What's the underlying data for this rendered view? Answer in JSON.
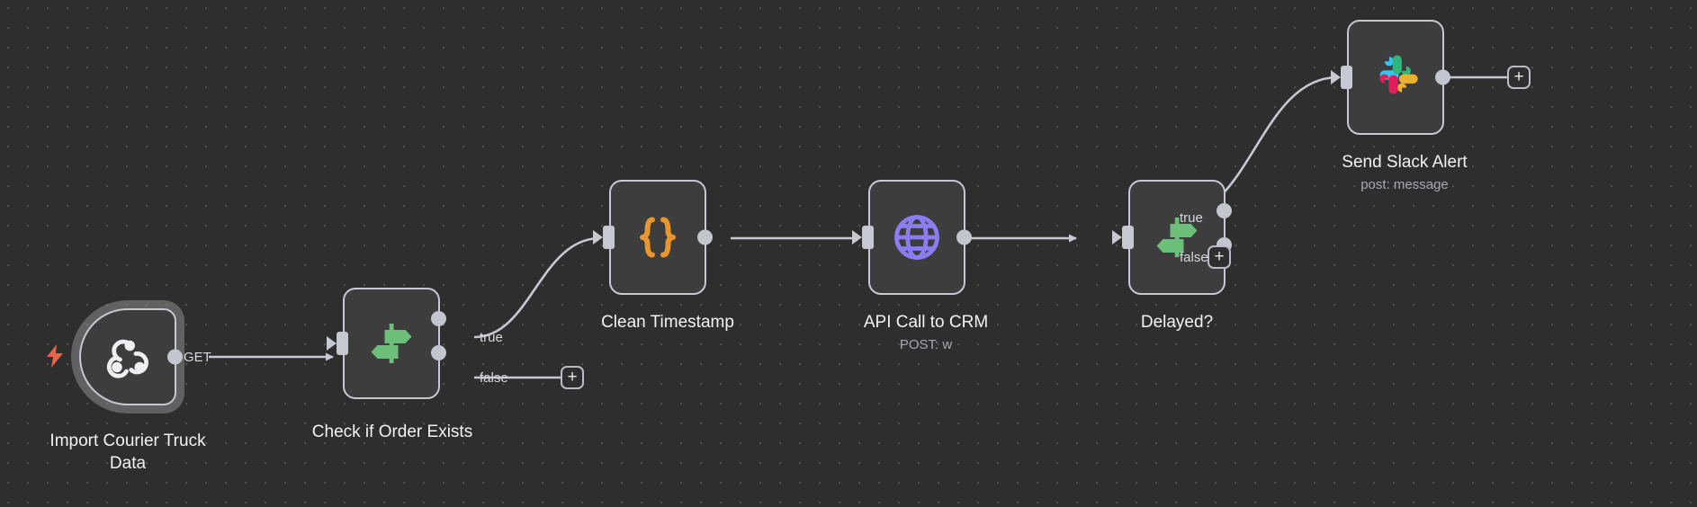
{
  "canvas": {
    "background": "#2e2e2e",
    "dot_color": "#a0a0a0",
    "edge_color": "#c6c9d1"
  },
  "trigger": {
    "bolt_icon": "lightning-bolt-icon",
    "bolt_color": "#e2664a"
  },
  "nodes": [
    {
      "id": "import-courier-truck-data",
      "label": "Import Courier Truck\nData",
      "sublabel": "",
      "icon": "webhook-icon",
      "icon_color": "#f0f0f2",
      "type": "trigger",
      "outputs": [
        "GET"
      ]
    },
    {
      "id": "check-if-order-exists",
      "label": "Check if Order Exists",
      "sublabel": "",
      "icon": "signpost-switch-icon",
      "icon_color": "#6cbf79",
      "type": "condition",
      "outputs": [
        "true",
        "false"
      ]
    },
    {
      "id": "clean-timestamp",
      "label": "Clean Timestamp",
      "sublabel": "",
      "icon": "code-braces-icon",
      "icon_color": "#e8962f",
      "type": "code",
      "outputs": [
        ""
      ]
    },
    {
      "id": "api-call-to-crm",
      "label": "API Call to CRM",
      "sublabel": "POST: w",
      "icon": "globe-icon",
      "icon_color": "#8b7cf0",
      "type": "http",
      "outputs": [
        ""
      ]
    },
    {
      "id": "delayed",
      "label": "Delayed?",
      "sublabel": "",
      "icon": "signpost-switch-icon",
      "icon_color": "#6cbf79",
      "type": "condition",
      "outputs": [
        "true",
        "false"
      ]
    },
    {
      "id": "send-slack-alert",
      "label": "Send Slack Alert",
      "sublabel": "post: message",
      "icon": "slack-icon",
      "icon_color": "#e01e5a",
      "type": "app",
      "outputs": [
        ""
      ]
    }
  ],
  "port_tags": {
    "get": "GET",
    "true": "true",
    "false": "false"
  },
  "add_buttons": {
    "label": "+",
    "count": 3
  },
  "slack_colors": {
    "blue": "#36c5f0",
    "green": "#2eb67d",
    "yellow": "#ecb22e",
    "red": "#e01e5a"
  }
}
